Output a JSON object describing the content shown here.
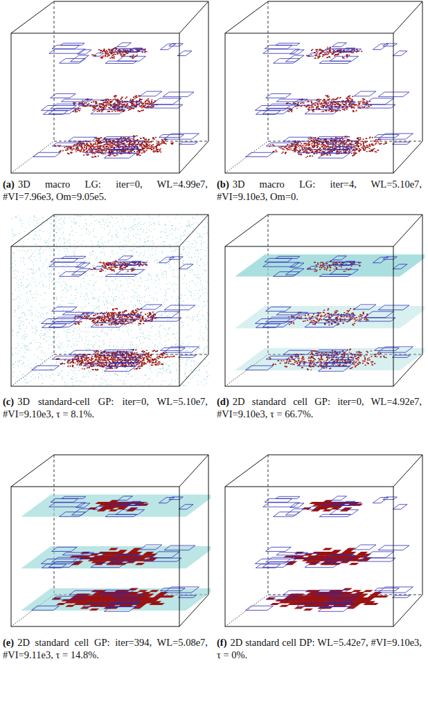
{
  "diagram": {
    "labels": [
      "(a)",
      "3D macro LG: iter=0, WL=4.99e7, #VI=7.96e3, Om=9.05e5.",
      "(b)",
      "3D macro LG: iter=4, WL=5.10e7, #VI=9.10e3, Om=0.",
      "(c)",
      "3D standard-cell GP: iter=0, WL=5.10e7, #VI=9.10e3, τ = 8.1%.",
      "(d)",
      "2D standard cell GP: iter=0, WL=4.92e7, #VI=9.10e3, τ = 66.7%.",
      "(e)",
      "2D standard cell GP: iter=394, WL=5.08e7, #VI=9.11e3, τ = 14.8%.",
      "(f)",
      "2D standard cell DP: WL=5.42e7, #VI=9.10e3, τ = 0%."
    ]
  }
}
